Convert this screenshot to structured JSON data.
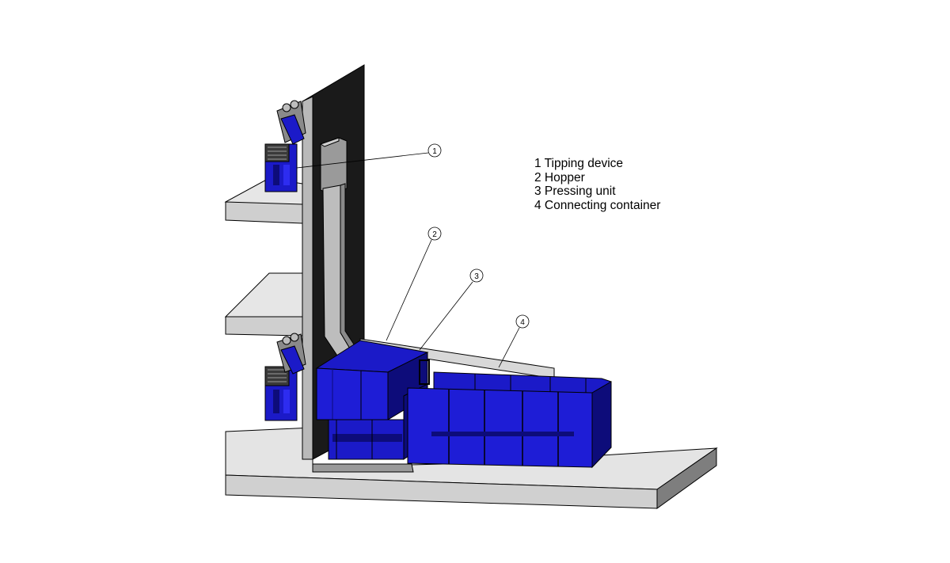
{
  "legend": {
    "items": [
      {
        "number": "1",
        "text": "1 Tipping device"
      },
      {
        "number": "2",
        "text": "2 Hopper"
      },
      {
        "number": "3",
        "text": "3 Pressing unit"
      },
      {
        "number": "4",
        "text": "4 Connecting container"
      }
    ]
  },
  "callouts": [
    "1",
    "2",
    "3",
    "4"
  ],
  "colors": {
    "machine_blue": "#1b1ac8",
    "machine_dark": "#0d0c7a",
    "machine_light": "#2d2cf0",
    "wall_dark": "#1a1a1a",
    "floor_top": "#e7e7e7",
    "floor_side": "#8c8c8c",
    "chute": "#bdbdbd"
  }
}
